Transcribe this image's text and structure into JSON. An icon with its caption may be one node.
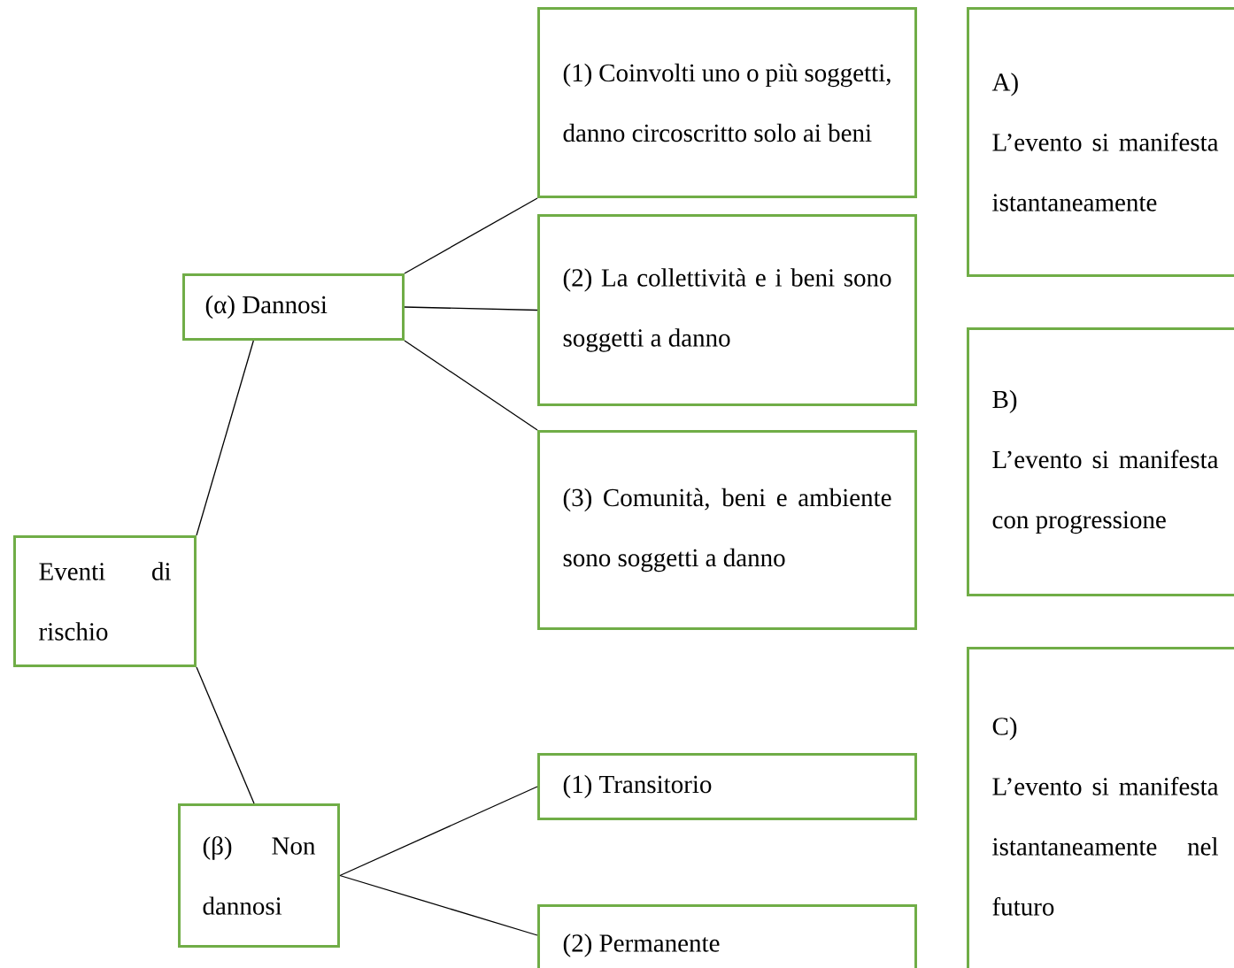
{
  "diagram": {
    "nodes": [
      {
        "text": [
          "Eventi di rischio"
        ]
      },
      {
        "text": [
          "(α) Dannosi"
        ]
      },
      {
        "text": [
          "(β) Non dannosi"
        ]
      },
      {
        "text": [
          "(1) Coinvolti uno o più soggetti, danno circoscritto solo ai beni"
        ]
      },
      {
        "text": [
          "(2) La collettività e i beni sono soggetti a danno"
        ]
      },
      {
        "text": [
          "(3) Comunità, beni e ambiente sono soggetti a danno"
        ]
      },
      {
        "text": [
          "(1) Transitorio"
        ]
      },
      {
        "text": [
          "(2) Permanente"
        ]
      },
      {
        "text": [
          "A)",
          "L’evento si manifesta istantaneamente"
        ]
      },
      {
        "text": [
          "B)",
          "L’evento si manifesta con progressione"
        ]
      },
      {
        "text": [
          "C)",
          "L’evento si manifesta istantaneamente nel futuro"
        ]
      }
    ],
    "edges": [
      {
        "from": 0,
        "to": 1,
        "arrow": "none"
      },
      {
        "from": 0,
        "to": 2,
        "arrow": "none"
      },
      {
        "from": 1,
        "to": 3,
        "arrow": "none"
      },
      {
        "from": 1,
        "to": 4,
        "arrow": "none"
      },
      {
        "from": 1,
        "to": 5,
        "arrow": "none"
      },
      {
        "from": 2,
        "to": 6,
        "arrow": "none"
      },
      {
        "from": 2,
        "to": 7,
        "arrow": "none"
      }
    ]
  }
}
